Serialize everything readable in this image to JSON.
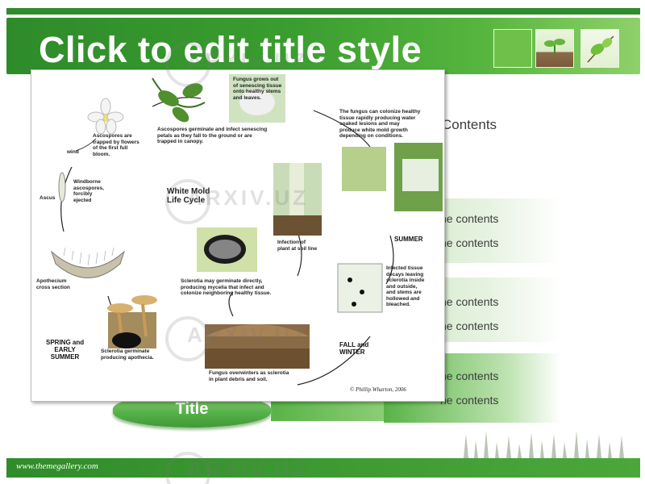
{
  "slide": {
    "title": "Click to edit title style",
    "contents_label": "Contents",
    "content_lines": [
      "he contents",
      "he contents",
      "he contents",
      "he contents",
      "he contents",
      "he contents"
    ],
    "pill_label": "Title",
    "footer_url": "www.themegallery.com",
    "watermark": "ARXIV.UZ"
  },
  "diagram": {
    "title": "White Mold\nLife Cycle",
    "labels": {
      "fungus_grows": "Fungus grows out\nof senescing tissue\nonto healthy stems\nand leaves.",
      "colonize": "The fungus can colonize healthy\ntissue rapidly producing water\nsoaked lesions and may\nproduce white mold growth\ndepending on conditions.",
      "ascospores_trapped": "Ascospores are\ntrapped by flowers\nof the first full\nbloom.",
      "ascospores_germinate": "Ascospores germinate and infect senescing\npetals as they fall to the ground or are\ntrapped in canopy.",
      "wind": "wind",
      "windborne": "Windborne\nascospores,\nforcibly\nejected",
      "ascus": "Ascus",
      "apothecium": "Apothecium\ncross section",
      "infection": "Infection of\nplant at soil line",
      "sclerotia_germinate_directly": "Sclerotia may germinate directly,\nproducing mycelia that infect and\ncolonize neighboring healthy tissue.",
      "infected_tissue": "Infected tissue\ndecays leaving\nsclerotia inside\nand outside,\nand stems are\nhollowed and\nbleached.",
      "sclerotia_apothecia": "Sclerotia germinate\nproducing apothecia.",
      "overwinters": "Fungus overwinters as sclerotia\nin plant debris and soil.",
      "credit": "© Phillip Wharton, 2006"
    },
    "seasons": {
      "summer": "SUMMER",
      "fall_winter": "FALL and\nWINTER",
      "spring": "SPRING and\nEARLY\nSUMMER"
    }
  },
  "colors": {
    "header_green": "#2e8b2a",
    "accent_light": "#8fd07a",
    "bar_light": "#cfe8c6"
  }
}
